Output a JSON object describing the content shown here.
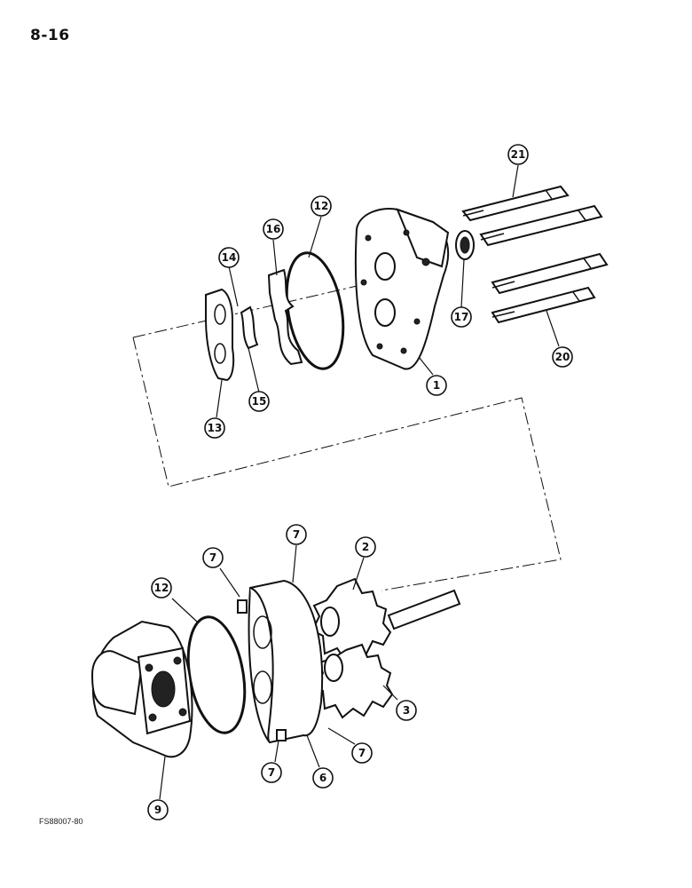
{
  "page_number": "8-16",
  "figure_code": "FS88007-80",
  "callouts": [
    {
      "id": "c21",
      "label": "21"
    },
    {
      "id": "c12a",
      "label": "12"
    },
    {
      "id": "c16",
      "label": "16"
    },
    {
      "id": "c14",
      "label": "14"
    },
    {
      "id": "c17",
      "label": "17"
    },
    {
      "id": "c20",
      "label": "20"
    },
    {
      "id": "c1",
      "label": "1"
    },
    {
      "id": "c15",
      "label": "15"
    },
    {
      "id": "c13",
      "label": "13"
    },
    {
      "id": "c7a",
      "label": "7"
    },
    {
      "id": "c7b",
      "label": "7"
    },
    {
      "id": "c2",
      "label": "2"
    },
    {
      "id": "c12b",
      "label": "12"
    },
    {
      "id": "c3",
      "label": "3"
    },
    {
      "id": "c7c",
      "label": "7"
    },
    {
      "id": "c7d",
      "label": "7"
    },
    {
      "id": "c6",
      "label": "6"
    },
    {
      "id": "c9",
      "label": "9"
    }
  ]
}
